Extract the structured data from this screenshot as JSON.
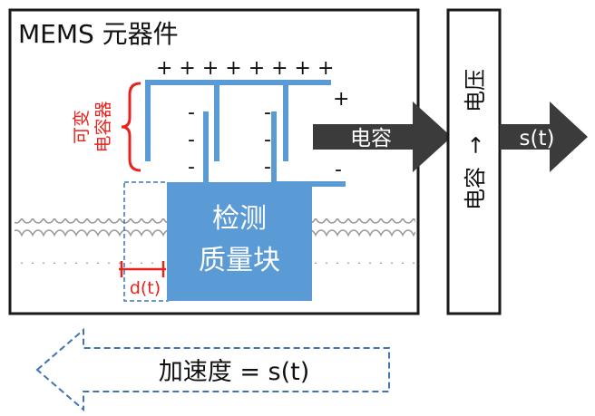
{
  "mems": {
    "title": "MEMS 元器件"
  },
  "capacitor": {
    "charges_top": "+ + + + + + + +",
    "plus_right": "+",
    "minus_right": "-",
    "minus_sign": "-",
    "label_line1": "可变",
    "label_line2": "电容器"
  },
  "proof_mass": {
    "line1": "检测",
    "line2": "质量块",
    "color": "#5b9bd5"
  },
  "gap": {
    "label": "d(t)"
  },
  "arrow_capacitance": {
    "label": "电容"
  },
  "converter": {
    "line1": "电容",
    "arrow": "→",
    "line2": "电压"
  },
  "output": {
    "label": "s(t)"
  },
  "acceleration": {
    "label": "加速度 = s(t)"
  },
  "colors": {
    "blue": "#5b9bd5",
    "red": "#e8231e",
    "dark": "#3b3b3b",
    "dashed": "#3e75b4"
  }
}
